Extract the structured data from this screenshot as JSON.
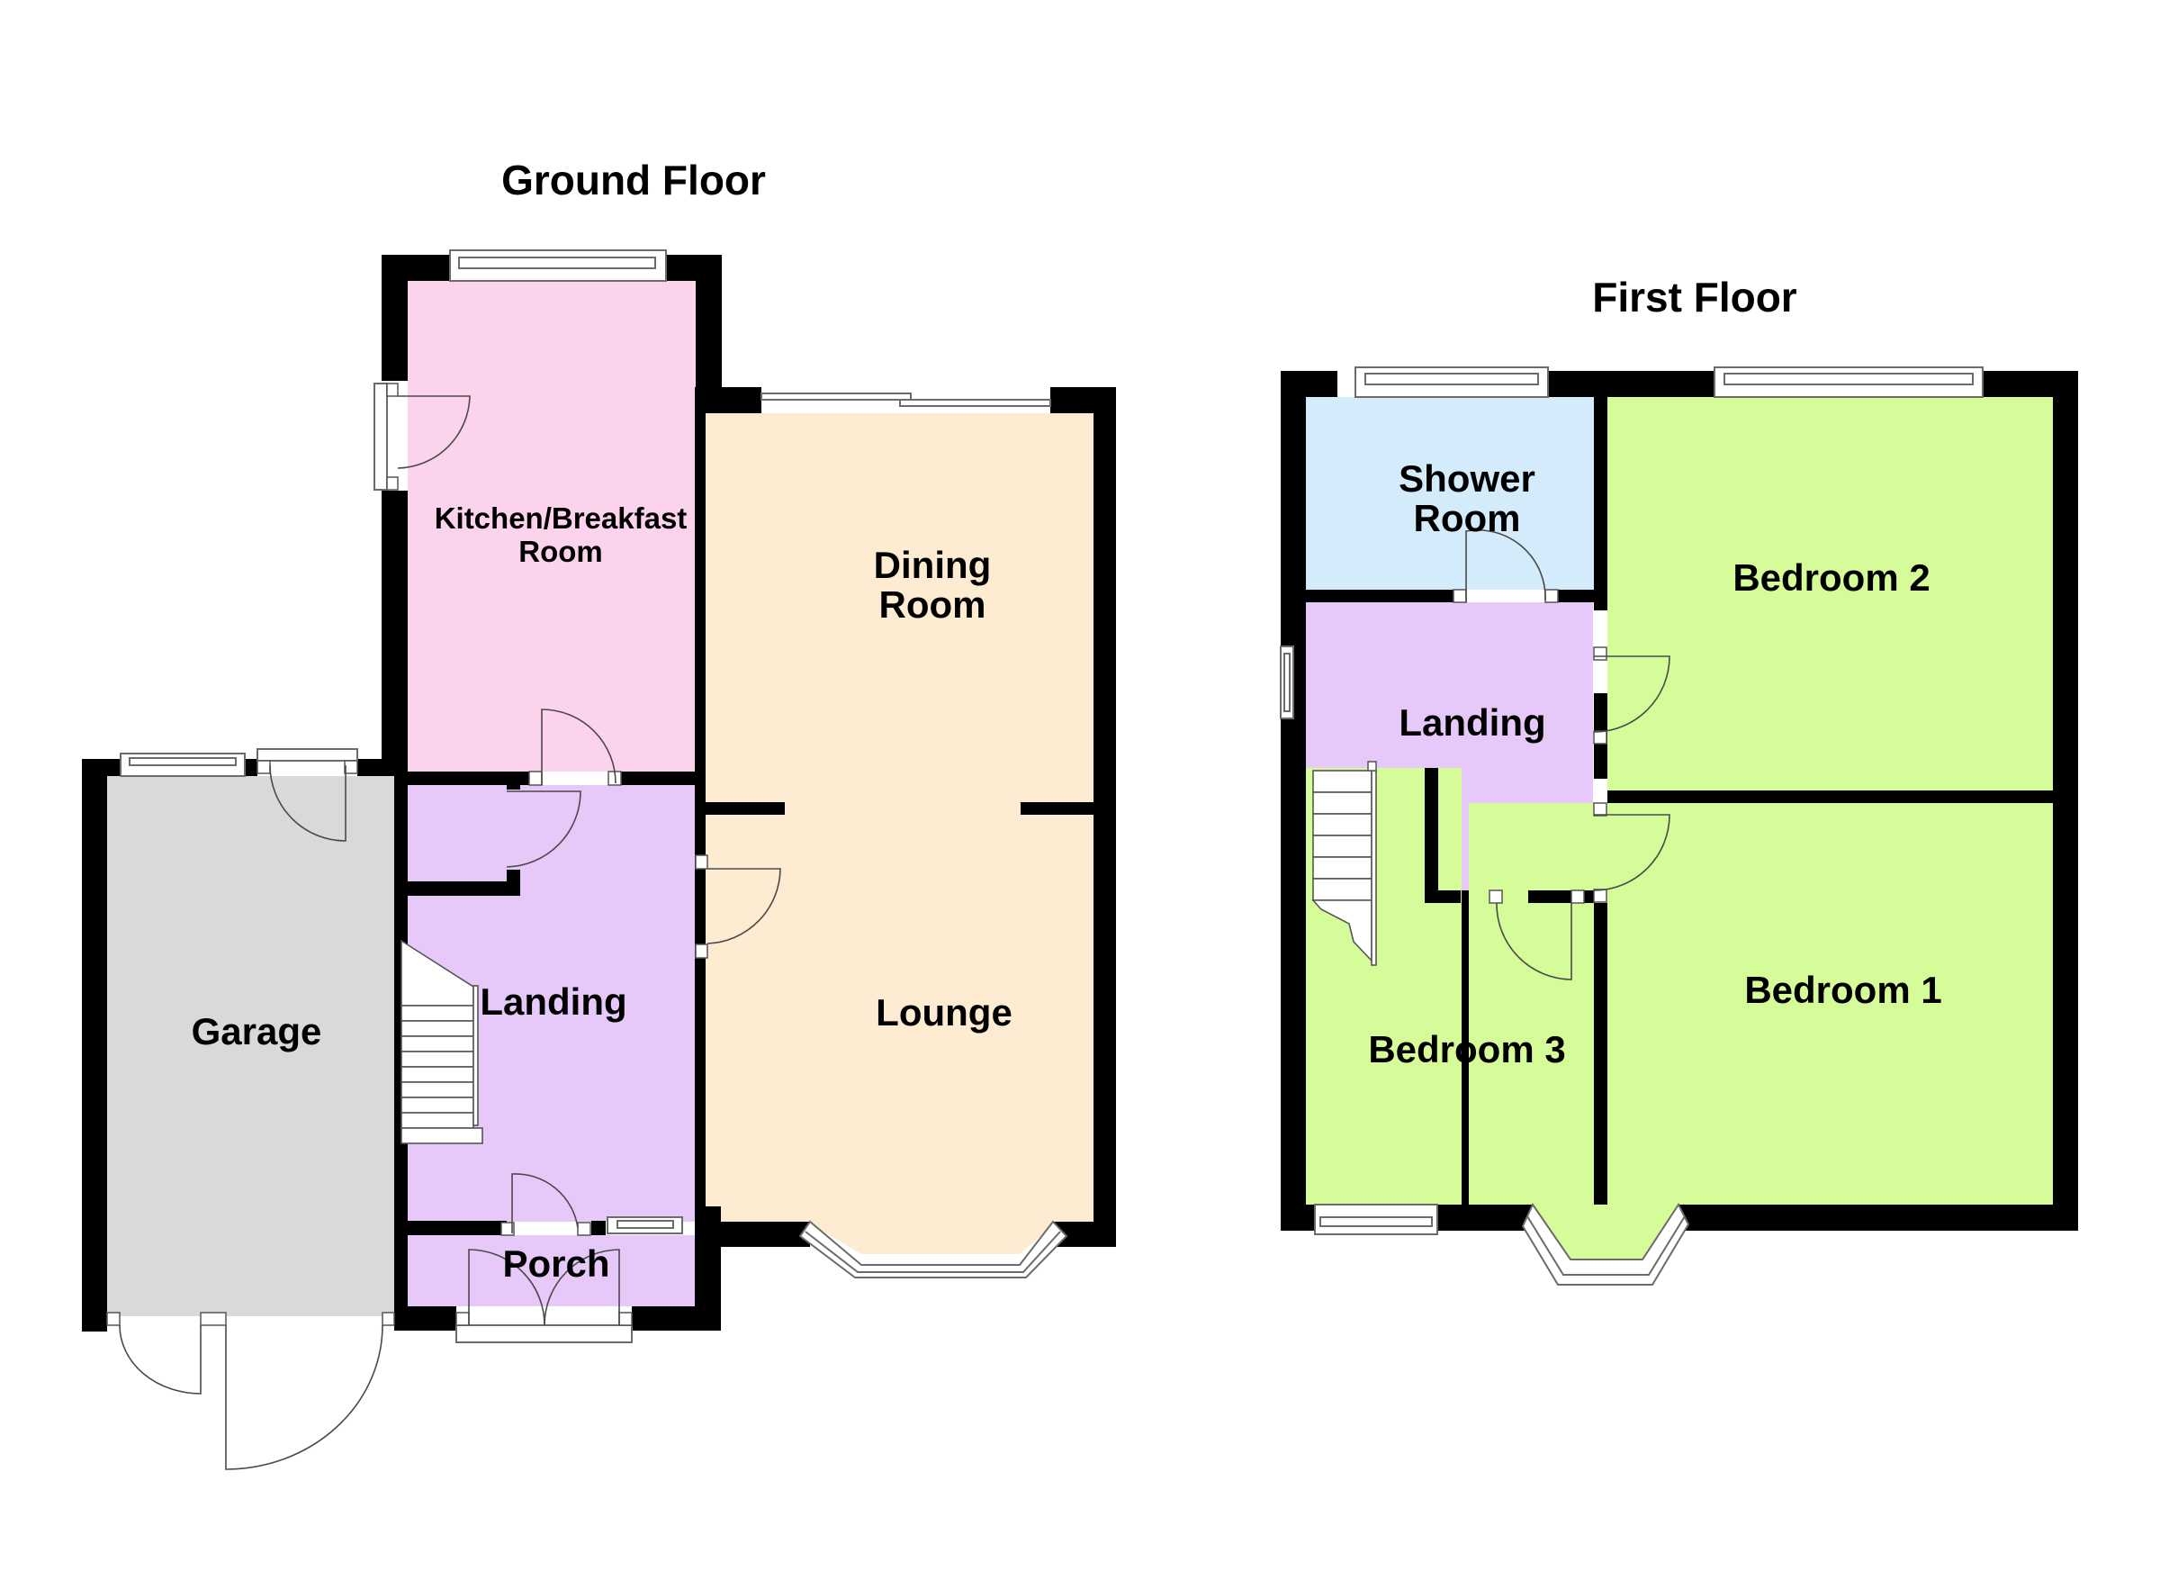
{
  "floors": {
    "ground": {
      "title": "Ground Floor",
      "rooms": {
        "kitchen": {
          "line1": "Kitchen/Breakfast",
          "line2": "Room",
          "color": "#fbd3ec"
        },
        "dining": {
          "line1": "Dining",
          "line2": "Room",
          "color": "#fdebd2"
        },
        "lounge": {
          "label": "Lounge",
          "color": "#fdebd2"
        },
        "garage": {
          "label": "Garage",
          "color": "#d9d9d9"
        },
        "hall": {
          "label": "Landing",
          "color": "#e6c8f9"
        },
        "porch": {
          "label": "Porch",
          "color": "#e6c8f9"
        }
      }
    },
    "first": {
      "title": "First Floor",
      "rooms": {
        "shower": {
          "line1": "Shower",
          "line2": "Room",
          "color": "#d4ebfb"
        },
        "bedroom2": {
          "label": "Bedroom 2",
          "color": "#d6fb99"
        },
        "landing": {
          "label": "Landing",
          "color": "#e6c8f9"
        },
        "bedroom3": {
          "label": "Bedroom 3",
          "color": "#d6fb99"
        },
        "bedroom1": {
          "label": "Bedroom 1",
          "color": "#d6fb99"
        }
      }
    }
  },
  "colors": {
    "wall": "#000000",
    "window": "#ffffff",
    "background": "#ffffff"
  }
}
